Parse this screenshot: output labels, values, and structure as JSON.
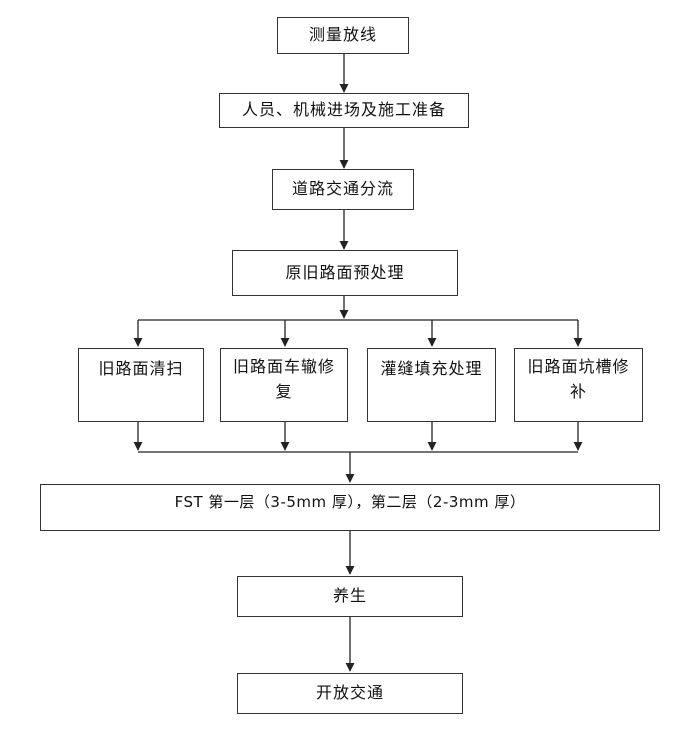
{
  "nodes": {
    "survey": "测量放线",
    "prep": "人员、机械进场及施工准备",
    "traffic": "道路交通分流",
    "pretreat": "原旧路面预处理",
    "clean": "旧路面清扫",
    "rut": "旧路面车辙修复",
    "crack": "灌缝填充处理",
    "pothole": "旧路面坑槽修补",
    "fst": "FST 第一层（3-5mm 厚），第二层（2-3mm 厚）",
    "cure": "养生",
    "open": "开放交通"
  },
  "colors": {
    "line": "#222222",
    "border": "#333333"
  }
}
